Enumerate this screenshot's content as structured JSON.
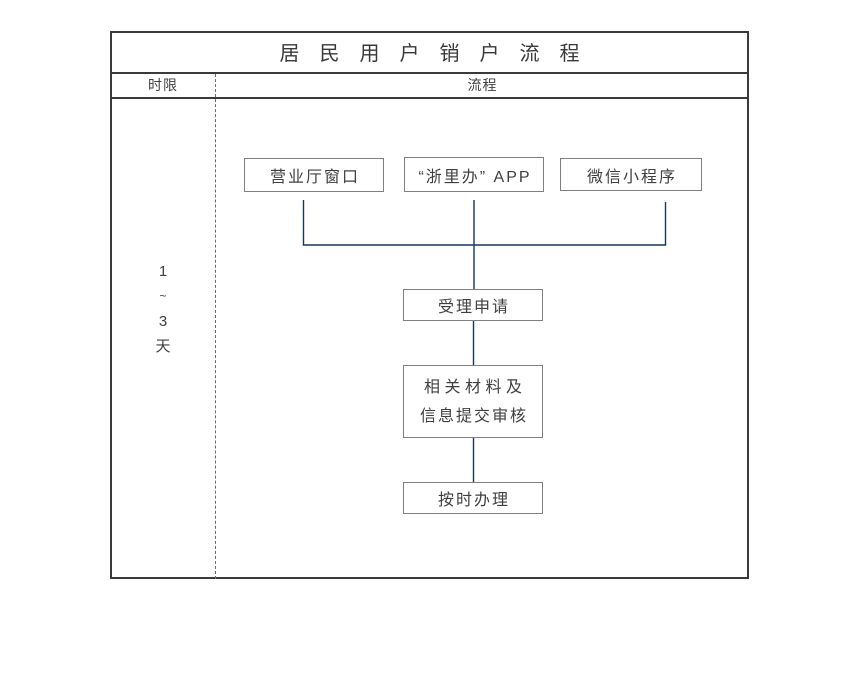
{
  "title": "居民用户销户流程",
  "header": {
    "time_col": "时限",
    "flow_col": "流程"
  },
  "time_limit": {
    "lines": [
      "1",
      "~",
      "3",
      "天"
    ]
  },
  "flow": {
    "channels": [
      "营业厅窗口",
      "“浙里办” APP",
      "微信小程序"
    ],
    "steps": {
      "accept": "受理申请",
      "review_line1": "相关材料及",
      "review_line2": "信息提交审核",
      "handle": "按时办理"
    },
    "edges": [
      "营业厅窗口 → 受理申请",
      "“浙里办” APP → 受理申请",
      "微信小程序 → 受理申请",
      "受理申请 → 相关材料及信息提交审核",
      "相关材料及信息提交审核 → 按时办理"
    ]
  },
  "colors": {
    "connector_line": "#17375d",
    "box_border": "#808080",
    "frame_border": "#3a3a3a",
    "text": "#3f3f3f"
  }
}
